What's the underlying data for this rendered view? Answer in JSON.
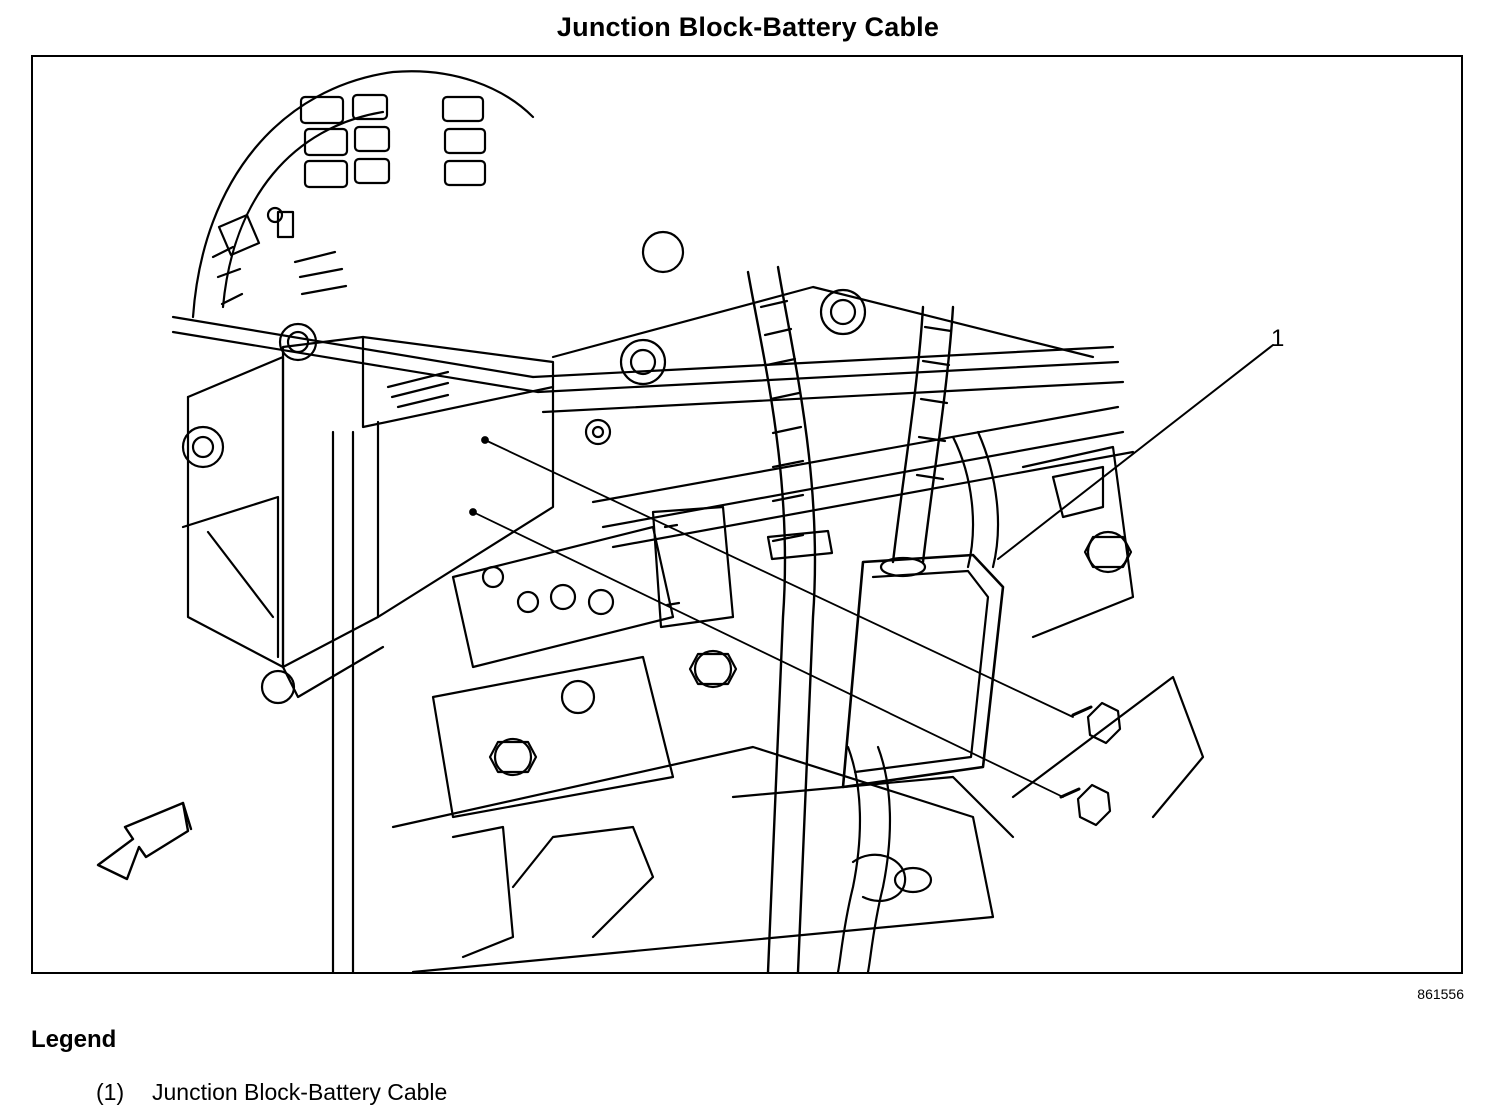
{
  "title": "Junction Block-Battery Cable",
  "figure_id": "861556",
  "callouts": [
    {
      "label": "1"
    }
  ],
  "legend": {
    "heading": "Legend",
    "items": [
      {
        "number": "(1)",
        "label": "Junction Block-Battery Cable"
      }
    ]
  },
  "icons": [
    "front-direction-arrow-icon"
  ]
}
